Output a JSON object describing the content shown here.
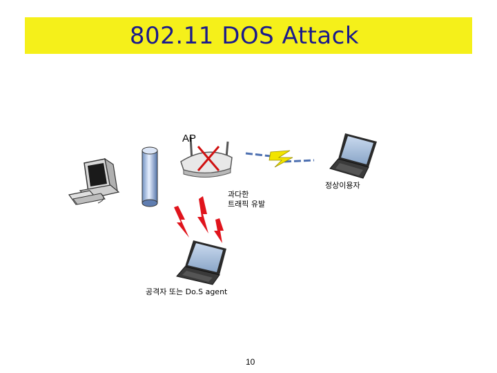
{
  "slide": {
    "title": "802.11 DOS Attack",
    "page_number": "10",
    "colors": {
      "title_bg": "#f5f01a",
      "title_text": "#1a1a8c",
      "bolt": "#e0141c",
      "signal": "#f2e400",
      "cross": "#d01010"
    }
  },
  "diagram": {
    "ap_label": "AP",
    "user_label": "정상이용자",
    "traffic_line1": "과다한",
    "traffic_line2": "트래픽 유발",
    "attacker_label": "공격자 또는 Do.S agent",
    "icons": [
      "desktop-computer-icon",
      "network-pipe-icon",
      "access-point-icon",
      "laptop-icon",
      "lightning-bolt-icon",
      "cross-mark-icon"
    ]
  }
}
